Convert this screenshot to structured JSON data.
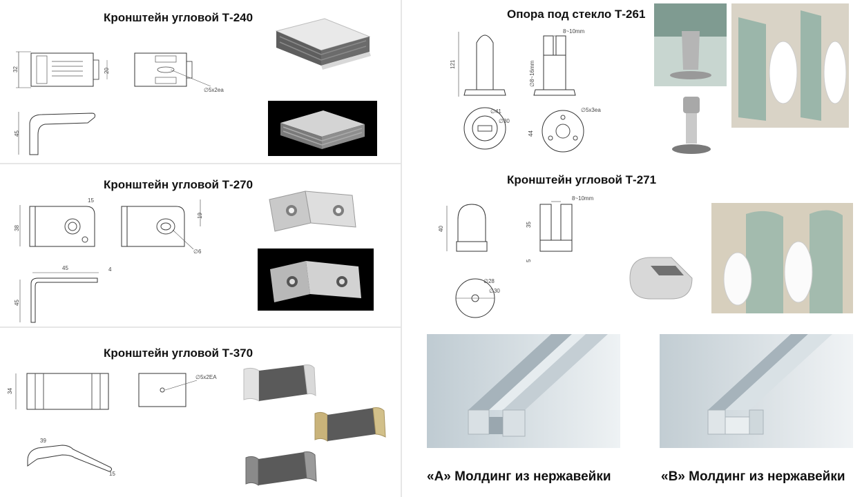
{
  "products": {
    "t240": {
      "title": "Кронштейн угловой Т-240",
      "dims": [
        "32",
        "20",
        "45",
        "∅5x2ea"
      ]
    },
    "t270": {
      "title": "Кронштейн угловой Т-270",
      "dims": [
        "38",
        "15",
        "19",
        "∅6",
        "45",
        "4",
        "45"
      ]
    },
    "t370": {
      "title": "Кронштейн угловой Т-370",
      "dims": [
        "34",
        "∅5x2EA",
        "39",
        "15"
      ]
    },
    "t261": {
      "title": "Опора под стекло Т-261",
      "dims": [
        "121",
        "8~10mm",
        "∅8~16mm",
        "∅41",
        "∅30",
        "44",
        "∅5x3ea"
      ]
    },
    "t271": {
      "title": "Кронштейн угловой Т-271",
      "dims": [
        "8~10mm",
        "40",
        "35",
        "5",
        "∅28",
        "∅30"
      ]
    }
  },
  "moldings": {
    "a": {
      "caption": "«А» Молдинг из нержавейки"
    },
    "b": {
      "caption": "«В» Молдинг из нержавейки"
    }
  },
  "colors": {
    "metal_light": "#e8e8e8",
    "metal_dark": "#8a8a8a",
    "rubber": "#5a5a5a",
    "glass": "#a9c2b8",
    "black_bg": "#000000",
    "brass": "#c9b37a"
  }
}
